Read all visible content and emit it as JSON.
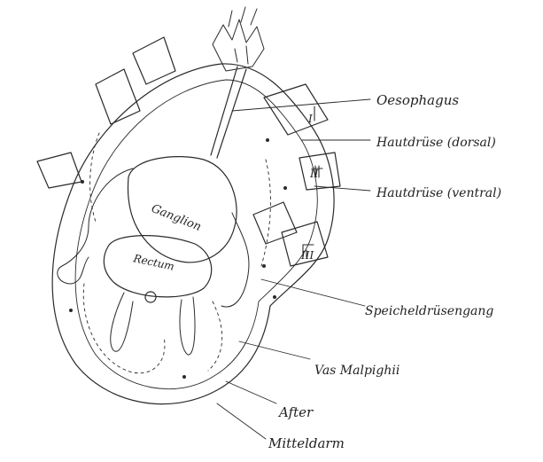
{
  "labels": {
    "oesophagus": "Oesophagus",
    "hautdruese_dorsal": "Hautdrüse (dorsal)",
    "hautdruese_ventral": "Hautdrüse (ventral)",
    "speicheldruesengang": "Speicheldrüsengang",
    "vas_malpighii": "Vas Malpighii",
    "after": "After",
    "mitteldarm": "Mitteldarm",
    "ganglion": "Ganglion",
    "rectum": "Rectum"
  },
  "segment_numerals": [
    "I",
    "II",
    "III"
  ],
  "ink_color": "#2a2a2a"
}
